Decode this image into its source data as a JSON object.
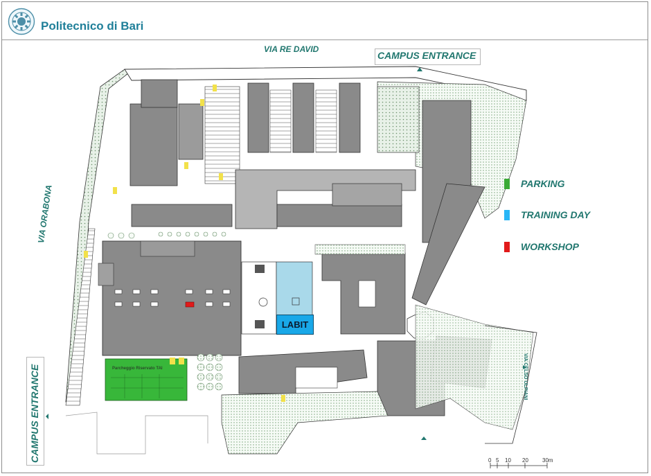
{
  "header": {
    "brand": "Politecnico di Bari",
    "logo_icon": "politecnico-seal-icon"
  },
  "streets": {
    "north": "VIA RE DAVID",
    "west": "VIA ORABONA",
    "east": "VIA CELSO ULPIANI"
  },
  "entrances": {
    "north": "CAMPUS ENTRANCE",
    "west": "CAMPUS ENTRANCE"
  },
  "legend": [
    {
      "label": "PARKING",
      "color": "#3aaa35"
    },
    {
      "label": "TRAINING DAY",
      "color": "#29b6f6"
    },
    {
      "label": "WORKSHOP",
      "color": "#e11a1a"
    }
  ],
  "places": {
    "labit": "LABIT",
    "parking_reserved": "Parcheggio Riservato TAI"
  },
  "scale": {
    "ticks": [
      "0",
      "5",
      "10",
      "20",
      "30m"
    ]
  },
  "colors": {
    "building": "#8a8a8a",
    "green_hatch": "#c9d6c9",
    "map_line": "#2b2b2b",
    "accent_text": "#21776f",
    "brand_text": "#1f7f99"
  }
}
